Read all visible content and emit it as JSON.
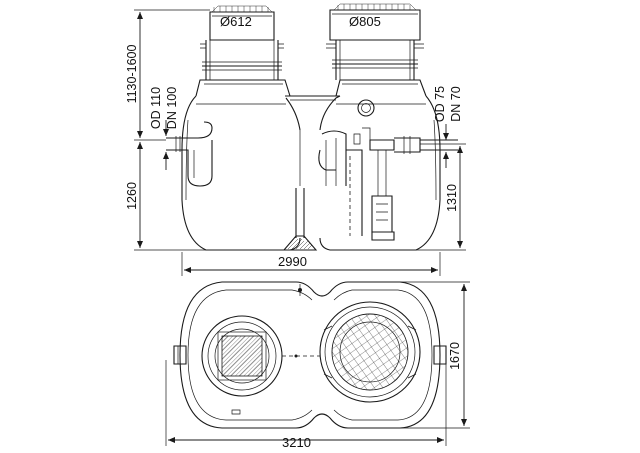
{
  "top_view": {
    "cover_left_label": "Ø612",
    "cover_right_label": "Ø805",
    "height_dim_top": "1130-1600",
    "height_dim_bottom": "1260",
    "inlet_label_1": "OD 110",
    "inlet_label_2": "DN 100",
    "outlet_label_1": "OD 75",
    "outlet_label_2": "DN 70",
    "outlet_height": "1310",
    "length_dim": "2990"
  },
  "plan_view": {
    "width_dim": "1670",
    "length_dim": "3210"
  }
}
